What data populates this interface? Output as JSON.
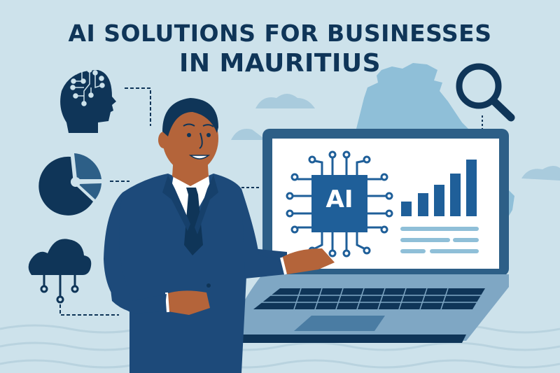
{
  "title": {
    "line1": "AI SOLUTIONS FOR BUSINESSES",
    "line2": "IN MAURITIUS"
  },
  "laptop_screen": {
    "chip_label": "AI",
    "bar_chart_relative_heights": [
      1,
      2,
      3,
      4,
      5
    ]
  },
  "icons": [
    "brain-circuit-head-icon",
    "pie-chart-icon",
    "cloud-network-icon",
    "magnifying-glass-icon"
  ],
  "colors": {
    "background": "#cde2eb",
    "navy": "#0f3558",
    "suit": "#1d4a7a",
    "accent_blue": "#1f5f99",
    "map_blue": "#8fbfd8",
    "skin": "#b4643a",
    "laptop_body": "#7fa7c4"
  }
}
